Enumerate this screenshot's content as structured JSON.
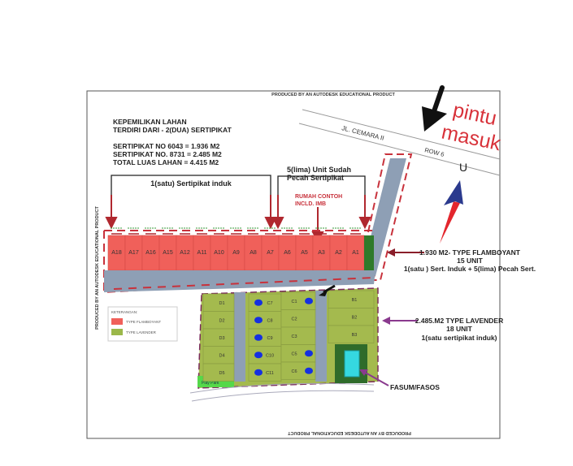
{
  "watermark": "PRODUCED BY AN AUTODESK EDUCATIONAL PRODUCT",
  "ownership": {
    "title1": "KEPEMILIKAN LAHAN",
    "title2": "TERDIRI DARI - 2(DUA) SERTIPIKAT",
    "line1": "SERTIPIKAT NO 6043 = 1.936 M2",
    "line2": "SERTIPIKAT NO. 8731 = 2.485 M2",
    "line3": "TOTAL LUAS LAHAN    = 4.415 M2"
  },
  "bracket_induk": "1(satu) Sertipikat induk",
  "bracket_pecah": [
    "5(lima) Unit Sudah",
    "Pecah Sertipikat"
  ],
  "rumah_contoh": [
    "RUMAH CONTOH",
    "INCLD. IMB"
  ],
  "road": {
    "name": "JL. CEMARA II",
    "row": "ROW 6"
  },
  "entrance": [
    "pintu",
    "masuk"
  ],
  "north": "U",
  "lots_a": [
    "A18",
    "A17",
    "A16",
    "A15",
    "A12",
    "A11",
    "A10",
    "A9",
    "A8",
    "A7",
    "A6",
    "A5",
    "A3",
    "A2",
    "A1"
  ],
  "lots_d": [
    "D1",
    "D2",
    "D3",
    "D4",
    "D5"
  ],
  "lots_c_left": [
    "C7",
    "C8",
    "C9",
    "C10",
    "C11"
  ],
  "lots_c_right": [
    "C1",
    "C2",
    "C3",
    "C5",
    "C6"
  ],
  "lots_b": [
    "B1",
    "B2",
    "B3"
  ],
  "play_park": "Play Park",
  "legend": {
    "title": "KETERANGAN:",
    "items": [
      {
        "label": "TYPE FLAMBOYANT",
        "color": "#f0605a"
      },
      {
        "label": "TYPE LAVENDER",
        "color": "#9bb84a"
      }
    ]
  },
  "flamboyant": [
    "1.930 M2- TYPE FLAMBOYANT",
    "15 UNIT",
    "1(satu ) Sert. Induk + 5(lima) Pecah Sert."
  ],
  "lavender": [
    "2.485.M2 TYPE LAVENDER",
    "18 UNIT",
    "1(satu sertipikat induk)"
  ],
  "fasum": "FASUM/FASOS",
  "colors": {
    "flamboyant": "#f0605a",
    "lavender": "#a4ba4e",
    "road": "#8e9fb5",
    "dashed": "#c8323c",
    "fasum": "#2f6b2a",
    "pool": "#35d8e0"
  }
}
